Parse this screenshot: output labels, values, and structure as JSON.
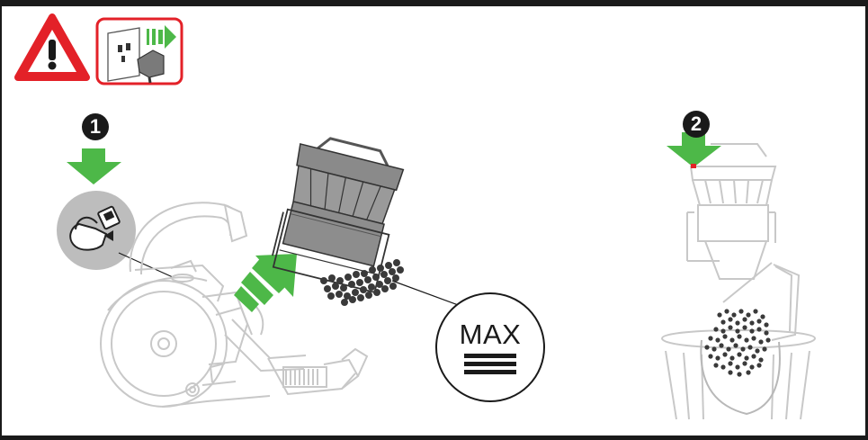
{
  "colors": {
    "warning_red": "#e32128",
    "arrow_green": "#4db848",
    "line_art_gray": "#c8c8c8",
    "canister_gray": "#8a8a8a",
    "debris_dark": "#3a3a3a",
    "badge_black": "#1a1a1a"
  },
  "warning": {
    "icon": "warning-triangle-icon",
    "unplug_icon": "unplug-from-socket-icon"
  },
  "steps": [
    {
      "number": "1",
      "icon": "release-button-icon"
    },
    {
      "number": "2"
    }
  ],
  "max_indicator": {
    "label": "MAX"
  }
}
